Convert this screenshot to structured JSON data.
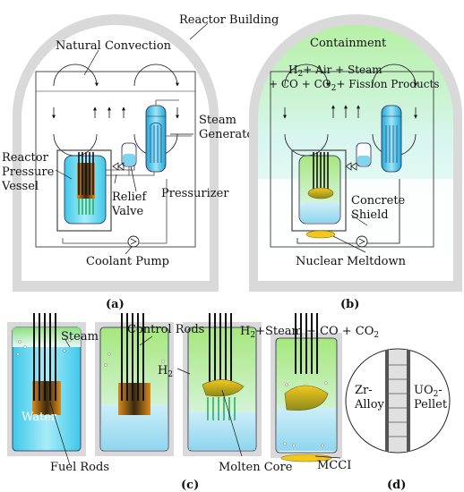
{
  "panel_a": {
    "reactor_building": "Reactor Building",
    "natural_convection": "Natural Convection",
    "steam_generator_1": "Steam",
    "steam_generator_2": "Generator",
    "reactor_1": "Reactor",
    "reactor_2": "Pressure",
    "reactor_3": "Vessel",
    "relief_1": "Relief",
    "relief_2": "Valve",
    "pressurizer": "Pressurizer",
    "coolant_pump": "Coolant Pump",
    "caption": "(a)"
  },
  "panel_b": {
    "containment": "Containment",
    "gas_line_1_h": "H",
    "gas_line_1_sub": "2",
    "gas_line_1_rest": "+ Air + Steam",
    "gas_line_2_a": "+ CO + CO",
    "gas_line_2_sub": "2",
    "gas_line_2_b": "+ Fission Products",
    "concrete_1": "Concrete",
    "concrete_2": "Shield",
    "meltdown": "Nuclear Meltdown",
    "caption": "(b)"
  },
  "panel_c": {
    "steam": "Steam",
    "water": "Water",
    "fuel_rods": "Fuel Rods",
    "control_rods": "Control Rods",
    "h2": "H",
    "h2_sub": "2",
    "top_gas_a": "H",
    "top_gas_sub1": "2",
    "top_gas_b": "+Steam + CO + CO",
    "top_gas_sub2": "2",
    "molten_core": "Molten Core",
    "mcci": "MCCI",
    "caption": "(c)"
  },
  "panel_d": {
    "zr_1": "Zr-",
    "zr_2": "Alloy",
    "uo2_a": "UO",
    "uo2_sub": "2",
    "uo2_b": "-",
    "uo2_2": "Pellet",
    "caption": "(d)"
  }
}
